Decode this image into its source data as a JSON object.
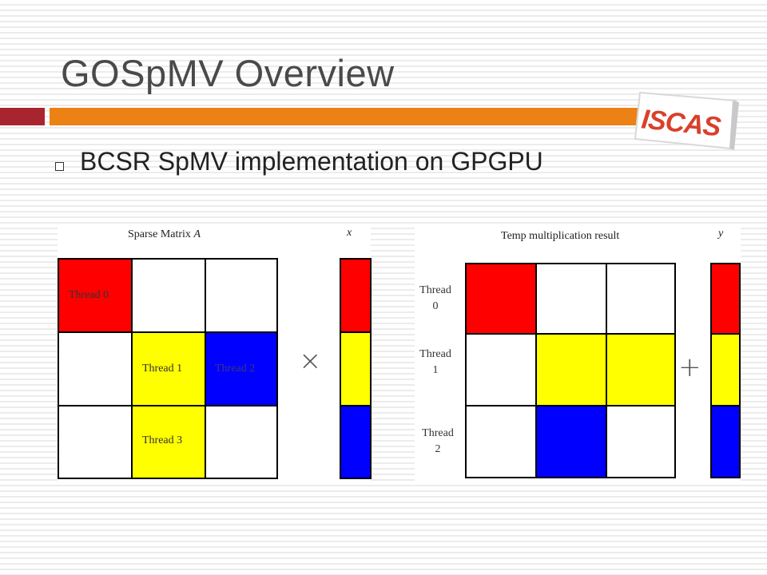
{
  "slide": {
    "title": "GOSpMV Overview",
    "bullet": "BCSR SpMV implementation on GPGPU"
  },
  "logo": {
    "text": "ISCAS"
  },
  "colors": {
    "red": "#ff0000",
    "yellow": "#ffff00",
    "blue": "#0000ff",
    "bar_red": "#a8252f",
    "bar_orange": "#ec8115"
  },
  "left_panel": {
    "caption": "Sparse Matrix",
    "caption_var": "A",
    "vector_label": "x",
    "operator": "×",
    "labels": {
      "t0": "Thread 0",
      "t1": "Thread 1",
      "t2": "Thread 2",
      "t3": "Thread 3"
    }
  },
  "right_panel": {
    "caption": "Temp multiplication result",
    "vector_label": "y",
    "operator": "+",
    "row_labels": {
      "r0_a": "Thread",
      "r0_b": "0",
      "r1_a": "Thread",
      "r1_b": "1",
      "r2_a": "Thread",
      "r2_b": "2"
    }
  }
}
